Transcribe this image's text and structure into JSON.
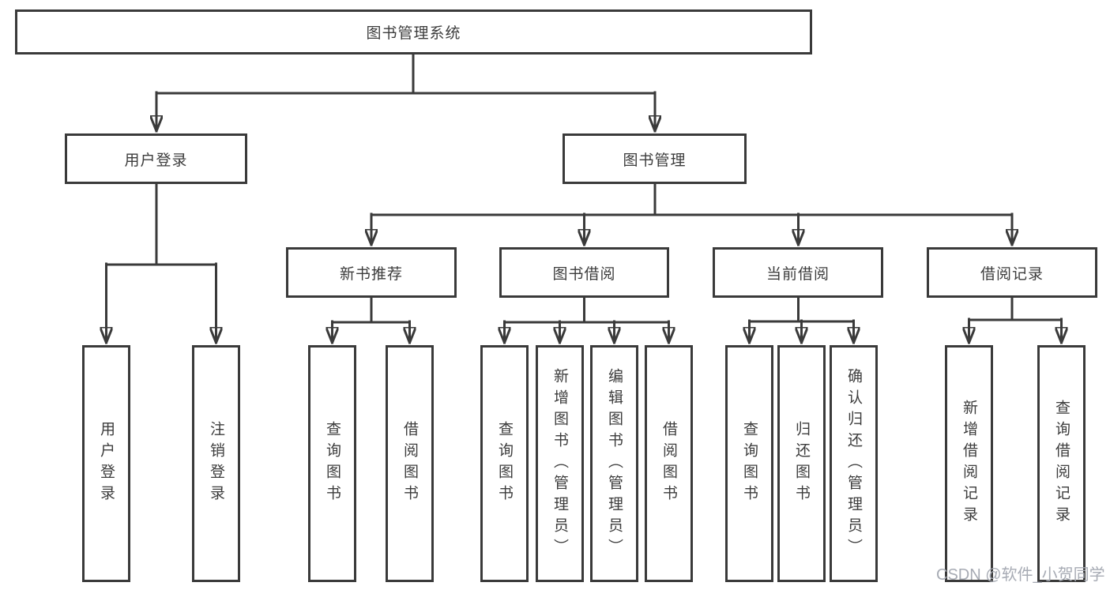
{
  "diagram_title": "图书管理系统",
  "nodes": {
    "root": {
      "label": "图书管理系统"
    },
    "user_login": {
      "label": "用户登录"
    },
    "book_mgmt": {
      "label": "图书管理"
    },
    "new_book_rec": {
      "label": "新书推荐"
    },
    "book_borrow": {
      "label": "图书借阅"
    },
    "current_borrow": {
      "label": "当前借阅"
    },
    "borrow_record": {
      "label": "借阅记录"
    },
    "leaf_user_login": {
      "label": "用户登录"
    },
    "leaf_logout": {
      "label": "注销登录"
    },
    "leaf_nb_query": {
      "label": "查询图书"
    },
    "leaf_nb_borrow": {
      "label": "借阅图书"
    },
    "leaf_bb_query": {
      "label": "查询图书"
    },
    "leaf_bb_add": {
      "label": "新增图书（管理员）"
    },
    "leaf_bb_edit": {
      "label": "编辑图书（管理员）"
    },
    "leaf_bb_borrow": {
      "label": "借阅图书"
    },
    "leaf_cb_query": {
      "label": "查询图书"
    },
    "leaf_cb_return": {
      "label": "归还图书"
    },
    "leaf_cb_confirm": {
      "label": "确认归还（管理员）"
    },
    "leaf_br_add": {
      "label": "新增借阅记录"
    },
    "leaf_br_query": {
      "label": "查询借阅记录"
    }
  },
  "edges": [
    {
      "from": "root",
      "to": "user_login"
    },
    {
      "from": "root",
      "to": "book_mgmt"
    },
    {
      "from": "user_login",
      "to": "leaf_user_login"
    },
    {
      "from": "user_login",
      "to": "leaf_logout"
    },
    {
      "from": "book_mgmt",
      "to": "new_book_rec"
    },
    {
      "from": "book_mgmt",
      "to": "book_borrow"
    },
    {
      "from": "book_mgmt",
      "to": "current_borrow"
    },
    {
      "from": "book_mgmt",
      "to": "borrow_record"
    },
    {
      "from": "new_book_rec",
      "to": "leaf_nb_query"
    },
    {
      "from": "new_book_rec",
      "to": "leaf_nb_borrow"
    },
    {
      "from": "book_borrow",
      "to": "leaf_bb_query"
    },
    {
      "from": "book_borrow",
      "to": "leaf_bb_add"
    },
    {
      "from": "book_borrow",
      "to": "leaf_bb_edit"
    },
    {
      "from": "book_borrow",
      "to": "leaf_bb_borrow"
    },
    {
      "from": "current_borrow",
      "to": "leaf_cb_query"
    },
    {
      "from": "current_borrow",
      "to": "leaf_cb_return"
    },
    {
      "from": "current_borrow",
      "to": "leaf_cb_confirm"
    },
    {
      "from": "borrow_record",
      "to": "leaf_br_add"
    },
    {
      "from": "borrow_record",
      "to": "leaf_br_query"
    }
  ],
  "watermark": {
    "text": "CSDN @软件_小贺同学"
  },
  "colors": {
    "line": "#3a3a3a",
    "box_border": "#3a3a3a",
    "text": "#3c3c3c",
    "watermark": "#a7abb4",
    "background": "#ffffff"
  }
}
